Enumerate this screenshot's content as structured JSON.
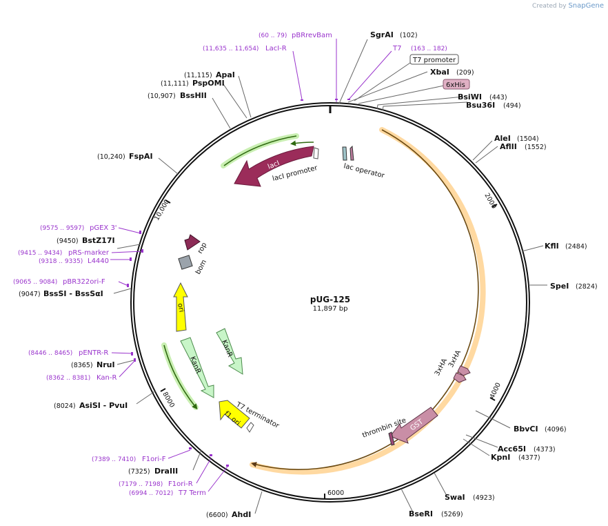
{
  "credit": {
    "prefix": "Created by",
    "brand": "SnapGene"
  },
  "plasmid": {
    "name": "pUG-125",
    "size": "11,897 bp"
  },
  "ticks": [
    "2000",
    "4000",
    "6000",
    "8000",
    "10,000"
  ],
  "sites": [
    {
      "name": "SgrAI",
      "pos": "(102)"
    },
    {
      "name": "XbaI",
      "pos": "(209)"
    },
    {
      "name": "BsiWI",
      "pos": "(443)"
    },
    {
      "name": "Bsu36I",
      "pos": "(494)"
    },
    {
      "name": "AleI",
      "pos": "(1504)"
    },
    {
      "name": "AflII",
      "pos": "(1552)"
    },
    {
      "name": "KflI",
      "pos": "(2484)"
    },
    {
      "name": "SpeI",
      "pos": "(2824)"
    },
    {
      "name": "BbvCI",
      "pos": "(4096)"
    },
    {
      "name": "Acc65I",
      "pos": "(4373)"
    },
    {
      "name": "KpnI",
      "pos": "(4377)"
    },
    {
      "name": "SwaI",
      "pos": "(4923)"
    },
    {
      "name": "BseRI",
      "pos": "(5269)"
    },
    {
      "name": "AhdI",
      "pos": "(6600)"
    },
    {
      "name": "DraIII",
      "pos": "(7325)"
    },
    {
      "name": "AsiSI - PvuI",
      "pos": "(8024)"
    },
    {
      "name": "NruI",
      "pos": "(8365)"
    },
    {
      "name": "BssSI - BssSαI",
      "pos": "(9047)"
    },
    {
      "name": "BstZ17I",
      "pos": "(9450)"
    },
    {
      "name": "FspAI",
      "pos": "(10,240)"
    },
    {
      "name": "BssHII",
      "pos": "(10,907)"
    },
    {
      "name": "PspOMI",
      "pos": "(11,111)"
    },
    {
      "name": "ApaI",
      "pos": "(11,115)"
    }
  ],
  "primers": [
    {
      "name": "pBRrevBam",
      "pos": "(60 .. 79)"
    },
    {
      "name": "LacI-R",
      "pos": "(11,635 .. 11,654)"
    },
    {
      "name": "T7",
      "pos": "(163 .. 182)"
    },
    {
      "name": "pGEX 3'",
      "pos": "(9575 .. 9597)"
    },
    {
      "name": "pRS-marker",
      "pos": "(9415 .. 9434)"
    },
    {
      "name": "L4440",
      "pos": "(9318 .. 9335)"
    },
    {
      "name": "pBR322ori-F",
      "pos": "(9065 .. 9084)"
    },
    {
      "name": "pENTR-R",
      "pos": "(8446 .. 8465)"
    },
    {
      "name": "Kan-R",
      "pos": "(8362 .. 8381)"
    },
    {
      "name": "F1ori-F",
      "pos": "(7389 .. 7410)"
    },
    {
      "name": "F1ori-R",
      "pos": "(7179 .. 7198)"
    },
    {
      "name": "T7 Term",
      "pos": "(6994 .. 7012)"
    }
  ],
  "boxed_features": [
    {
      "name": "T7 promoter"
    },
    {
      "name": "6xHis"
    }
  ],
  "features": {
    "lacI": "lacI",
    "lacI_promoter": "lacI promoter",
    "lac_operator": "lac operator",
    "rop": "rop",
    "bom": "bom",
    "ori": "ori",
    "KanR_1": "KanR",
    "KanR_2": "KanR",
    "T7_terminator": "T7 terminator",
    "f1_ori": "f1 ori",
    "three_HA_1": "3xHA",
    "three_HA_2": "3xHA",
    "GST": "GST",
    "thrombin_site": "thrombin site"
  },
  "colors": {
    "primer": "#9933cc",
    "lacI": "#9b2c5a",
    "ori": "#ffff00",
    "KanR": "#c8f5c8",
    "GST": "#c98ea6",
    "orange_orf": "#f5a623",
    "green_orf": "#5aa02c"
  }
}
